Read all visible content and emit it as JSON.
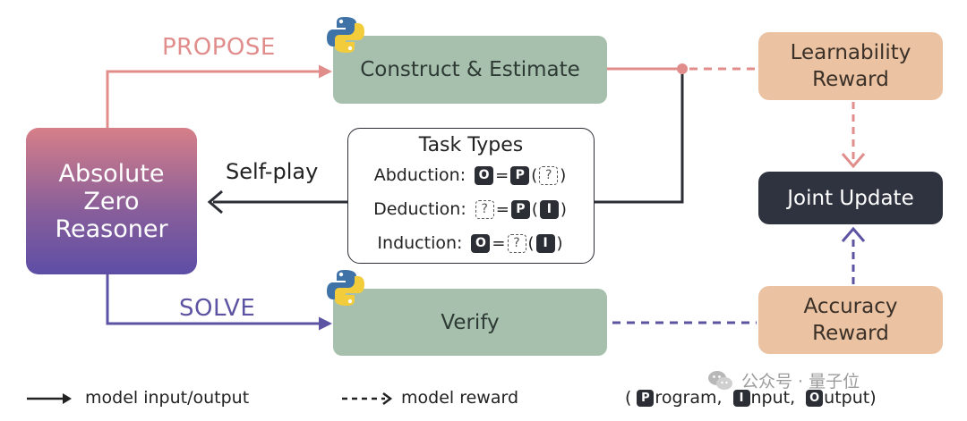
{
  "nodes": {
    "azr": "Absolute Zero Reasoner",
    "construct": "Construct & Estimate",
    "verify": "Verify",
    "learnability": "Learnability Reward",
    "joint": "Joint Update",
    "accuracy": "Accuracy Reward"
  },
  "flow_labels": {
    "propose": "PROPOSE",
    "solve": "SOLVE",
    "self_play": "Self-play"
  },
  "task_types": {
    "title": "Task Types",
    "rows": [
      {
        "label": "Abduction:",
        "lhs": "O",
        "rhs_fn": "P",
        "rhs_arg": "?"
      },
      {
        "label": "Deduction:",
        "lhs": "?",
        "rhs_fn": "P",
        "rhs_arg": "I"
      },
      {
        "label": "Induction:",
        "lhs": "O",
        "rhs_fn": "?",
        "rhs_arg": "I"
      }
    ],
    "equals": "=",
    "open_paren": "(",
    "close_paren": ")"
  },
  "legend": {
    "io": "model input/output",
    "reward": "model reward",
    "key_open": "(",
    "program_letter": "P",
    "program_rest": "rogram,",
    "input_letter": "I",
    "input_rest": "nput,",
    "output_letter": "O",
    "output_rest": "utput)"
  },
  "watermark": "公众号 · 量子位",
  "icons": [
    "python-logo-icon",
    "python-logo-icon",
    "wechat-icon"
  ],
  "colors": {
    "propose": "#e08d8c",
    "solve": "#5d53a3",
    "green_box": "#a7c0ae",
    "tan_box": "#ebc3a2",
    "joint_box": "#2f3340"
  }
}
